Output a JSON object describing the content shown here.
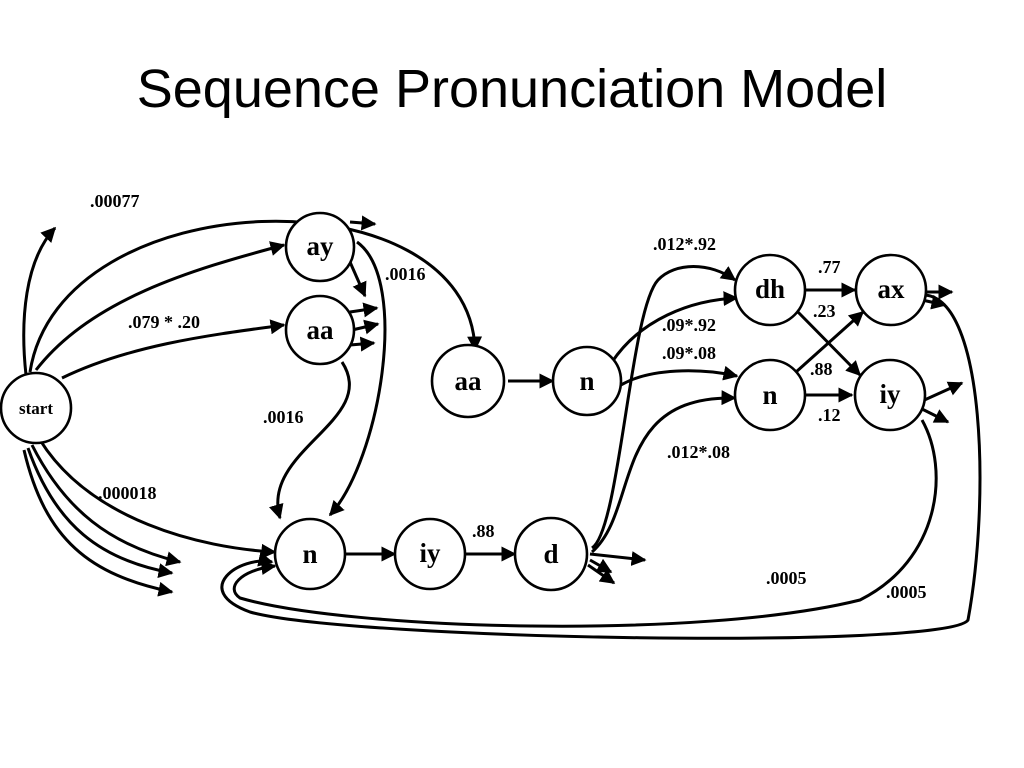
{
  "title": "Sequence Pronunciation Model",
  "nodes": {
    "start": "start",
    "ay": "ay",
    "aa_top": "aa",
    "aa_mid": "aa",
    "n_mid": "n",
    "dh": "dh",
    "ax": "ax",
    "n_right": "n",
    "iy_right": "iy",
    "n_bottom": "n",
    "iy_bottom": "iy",
    "d": "d"
  },
  "edge_labels": {
    "start_aa_mid": ".00077",
    "start_aa_top": ".079 * .20",
    "ay_n_bottom": ".0016",
    "aa_top_n_bottom": ".0016",
    "start_n_bottom": ".000018",
    "d_dh": ".012*.92",
    "n_mid_dh": ".09*.92",
    "n_mid_n_right": ".09*.08",
    "d_n_right": ".012*.08",
    "dh_ax": ".77",
    "dh_iy": ".23",
    "n_right_ax": ".88",
    "n_right_iy": ".12",
    "iy_bottom_d": ".88",
    "ax_n_bottom": ".0005",
    "iy_right_n_bottom": ".0005"
  }
}
